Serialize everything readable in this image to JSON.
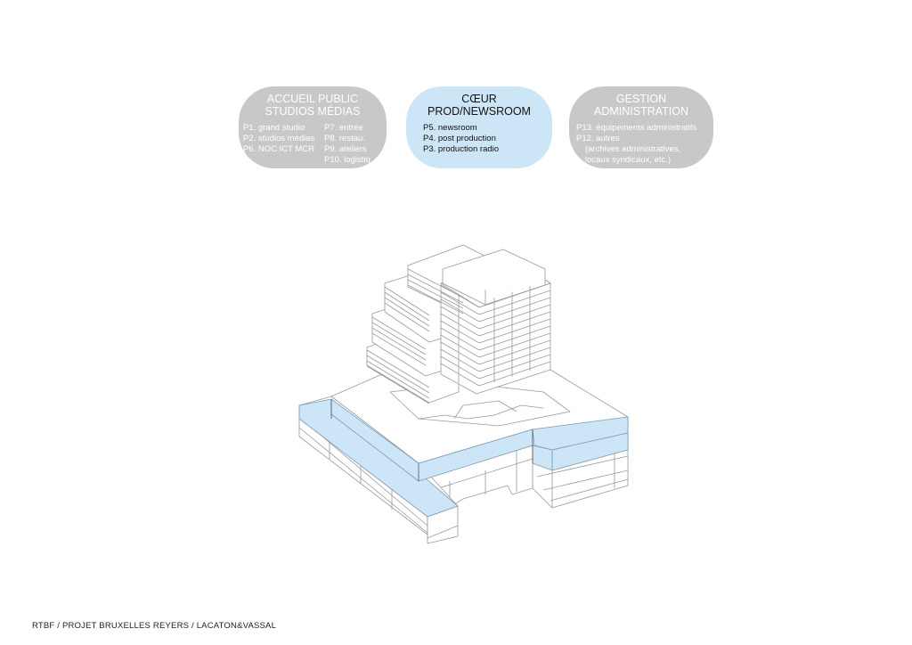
{
  "bubbles": [
    {
      "title": [
        "ACCUEIL PUBLIC",
        "STUDIOS MÉDIAS"
      ],
      "col1": [
        "P1. grand studio",
        "P2. studios médias",
        "P6. NOC ICT MCR"
      ],
      "col2": [
        "P7. entrée",
        "P8. restau.",
        "P9. ateliers",
        "P10. logistiq"
      ]
    },
    {
      "title": [
        "CŒUR",
        "PROD/NEWSROOM"
      ],
      "col1": [
        "P5. newsroom",
        "P4. post production",
        "P3. production radio"
      ]
    },
    {
      "title": [
        "GESTION",
        "ADMINISTRATION"
      ],
      "col1": [
        "P13. équipements administratifs",
        "P12. autres",
        "(archives administratives,",
        "locaux syndicaux, etc.)"
      ]
    }
  ],
  "colors": {
    "grey_bubble": "#c8c8c8",
    "blue_highlight": "#cde6f7",
    "line": "#9a9a9a"
  },
  "footer": "RTBF / PROJET BRUXELLES REYERS / LACATON&VASSAL"
}
